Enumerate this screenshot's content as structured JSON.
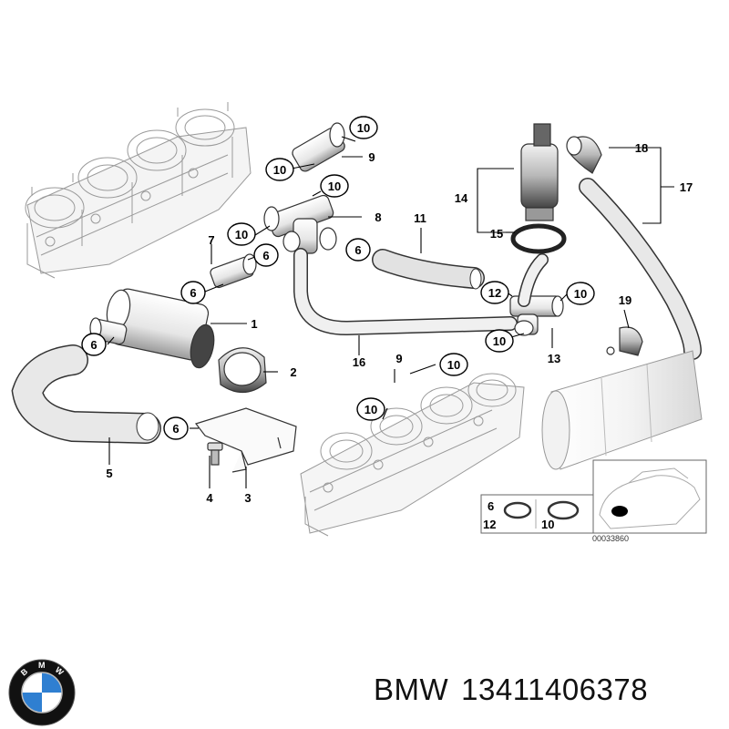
{
  "diagram": {
    "parts": [
      {
        "ref": "1",
        "desc": "idle-valve"
      },
      {
        "ref": "2",
        "desc": "rubber-mount"
      },
      {
        "ref": "3",
        "desc": "bracket"
      },
      {
        "ref": "4",
        "desc": "bolt"
      },
      {
        "ref": "5",
        "desc": "hose"
      },
      {
        "ref": "6",
        "desc": "hose-clamp"
      },
      {
        "ref": "7",
        "desc": "hose-connector"
      },
      {
        "ref": "8",
        "desc": "t-piece"
      },
      {
        "ref": "9",
        "desc": "hose-connector"
      },
      {
        "ref": "10",
        "desc": "clamp"
      },
      {
        "ref": "11",
        "desc": "hose"
      },
      {
        "ref": "12",
        "desc": "clamp"
      },
      {
        "ref": "13",
        "desc": "t-piece"
      },
      {
        "ref": "14",
        "desc": "valve-group"
      },
      {
        "ref": "15",
        "desc": "gasket"
      },
      {
        "ref": "16",
        "desc": "hose"
      },
      {
        "ref": "17",
        "desc": "hose-group"
      },
      {
        "ref": "18",
        "desc": "elbow"
      },
      {
        "ref": "19",
        "desc": "clip"
      }
    ],
    "callouts": {
      "c10a": "10",
      "c9a": "9",
      "c10b": "10",
      "c10c": "10",
      "c8": "8",
      "c10d": "10",
      "c7": "7",
      "c6a": "6",
      "c6b": "6",
      "c6c": "6",
      "c1": "1",
      "c6d": "6",
      "c2": "2",
      "c6e": "6",
      "c5": "5",
      "c4": "4",
      "c3": "3",
      "c11": "11",
      "c12": "12",
      "c10e": "10",
      "c10f": "10",
      "c16": "16",
      "c13": "13",
      "c14": "14",
      "c15": "15",
      "c18": "18",
      "c17": "17",
      "c19": "19",
      "c9b": "9",
      "c10g": "10",
      "c10h": "10"
    },
    "legend": {
      "a": "6",
      "b": "12",
      "c": "10"
    },
    "ref_code": "00033860"
  },
  "caption": {
    "brand": "BMW",
    "part_number": "13411406378"
  },
  "logo": {
    "letters": [
      "B",
      "M",
      "W"
    ],
    "colors": {
      "blue": "#2f7fd1",
      "ring": "#111111",
      "white": "#ffffff"
    }
  }
}
